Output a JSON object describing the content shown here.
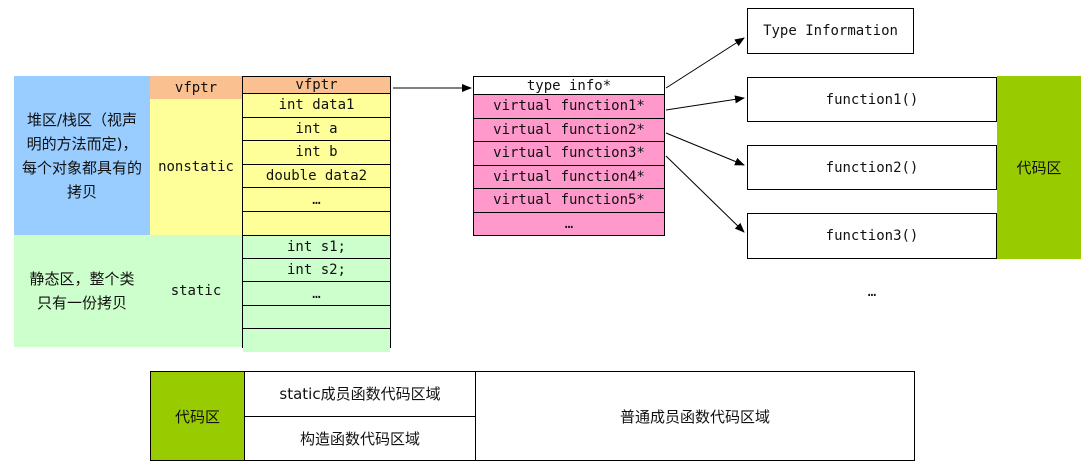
{
  "colors": {
    "blue": "#99ccff",
    "orange": "#fac090",
    "yellow": "#ffff99",
    "green_light": "#ccffcc",
    "pink": "#ff99cc",
    "code_green": "#99cc00"
  },
  "object_layout": {
    "heap_stack_label": "堆区/栈区（视声明的方法而定)，每个对象都具有的拷贝",
    "static_area_label": "静态区，整个类只有一份拷贝",
    "vfptr_label": "vfptr",
    "nonstatic_label": "nonstatic",
    "static_label": "static",
    "vfptr_cell": "vfptr",
    "nonstatic_fields": [
      "int data1",
      "int a",
      "int b",
      "double data2",
      "…",
      ""
    ],
    "static_fields": [
      "int s1;",
      "int s2;",
      "…",
      "",
      ""
    ]
  },
  "vtable": {
    "header": "type info*",
    "entries": [
      "virtual function1*",
      "virtual function2*",
      "virtual function3*",
      "virtual function4*",
      "virtual function5*",
      "…"
    ]
  },
  "type_information": "Type Information",
  "functions": [
    "function1()",
    "function2()",
    "function3()"
  ],
  "functions_more": "…",
  "code_area_label": "代码区",
  "code_region": {
    "label": "代码区",
    "static_member_fn": "static成员函数代码区域",
    "constructor_fn": "构造函数代码区域",
    "normal_member_fn": "普通成员函数代码区域"
  }
}
